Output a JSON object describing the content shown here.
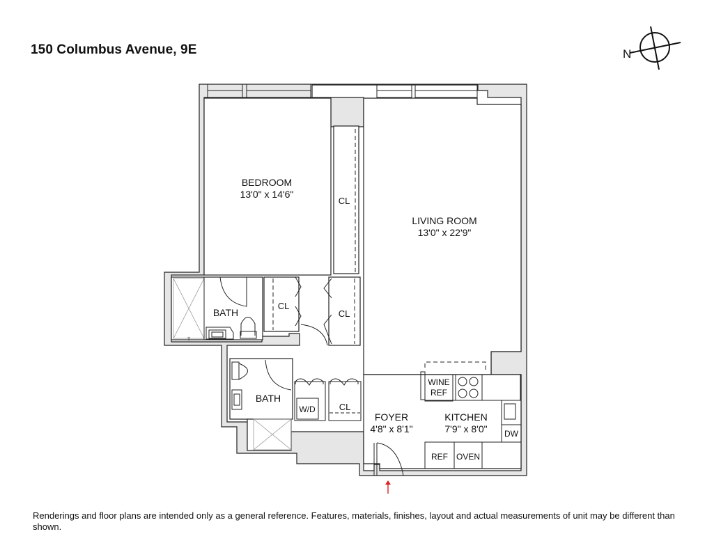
{
  "header": {
    "title": "150 Columbus Avenue, 9E"
  },
  "compass": {
    "north_label": "N",
    "icon": "north-arrow-compass-icon"
  },
  "rooms": {
    "bedroom": {
      "name": "BEDROOM",
      "dims": "13'0\" x 14'6\""
    },
    "living_room": {
      "name": "LIVING ROOM",
      "dims": "13'0\" x 22'9\""
    },
    "foyer": {
      "name": "FOYER",
      "dims": "4'8\" x 8'1\""
    },
    "kitchen": {
      "name": "KITCHEN",
      "dims": "7'9\" x 8'0\""
    },
    "bath_1": {
      "name": "BATH"
    },
    "bath_2": {
      "name": "BATH"
    }
  },
  "closets": {
    "bedroom_closet": "CL",
    "hall_closet_left": "CL",
    "hall_closet_right": "CL",
    "foyer_closet": "CL"
  },
  "appliances": {
    "washer_dryer": "W/D",
    "wine_ref_line1": "WINE",
    "wine_ref_line2": "REF",
    "refrigerator": "REF",
    "oven": "OVEN",
    "dishwasher": "DW"
  },
  "entry": {
    "arrow_color": "#e02020"
  },
  "colors": {
    "wall_fill": "#e6e6e6",
    "line": "#222222"
  },
  "footer": {
    "disclaimer": "Renderings and floor plans are intended only as a general reference. Features, materials, finishes, layout and actual measurements of unit may be different than shown."
  }
}
